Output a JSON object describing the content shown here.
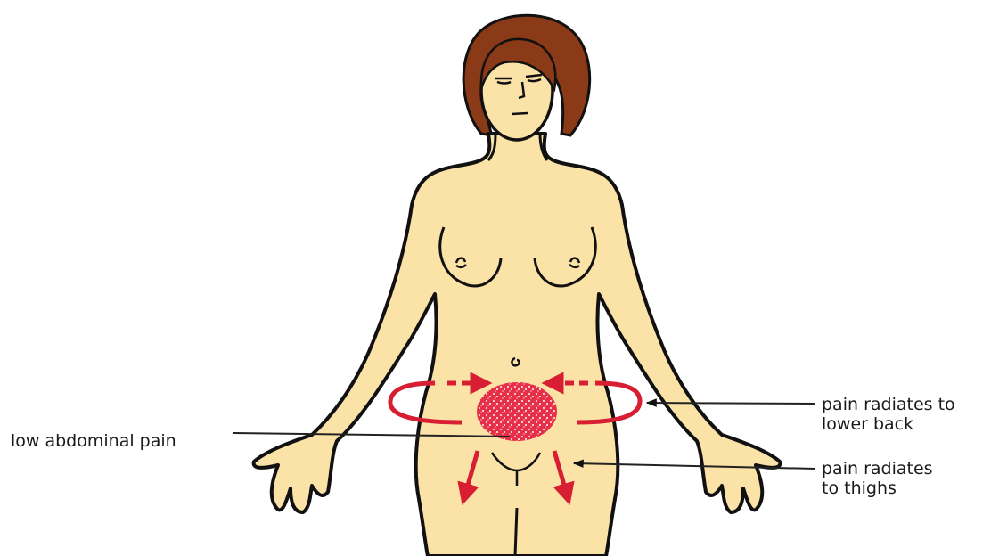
{
  "annotations": {
    "low_abdominal": {
      "text": "low abdominal pain"
    },
    "lower_back": {
      "line1": "pain radiates to",
      "line2": "lower back"
    },
    "thighs": {
      "line1": "pain radiates",
      "line2": "to thighs"
    }
  },
  "colors": {
    "skin": "#fbe3a8",
    "outline": "#111111",
    "hair": "#8a3a16",
    "pain_red": "#d81e32",
    "pointer_line": "#222222"
  },
  "icons": [
    "pain-area-icon",
    "arrow-icon"
  ]
}
